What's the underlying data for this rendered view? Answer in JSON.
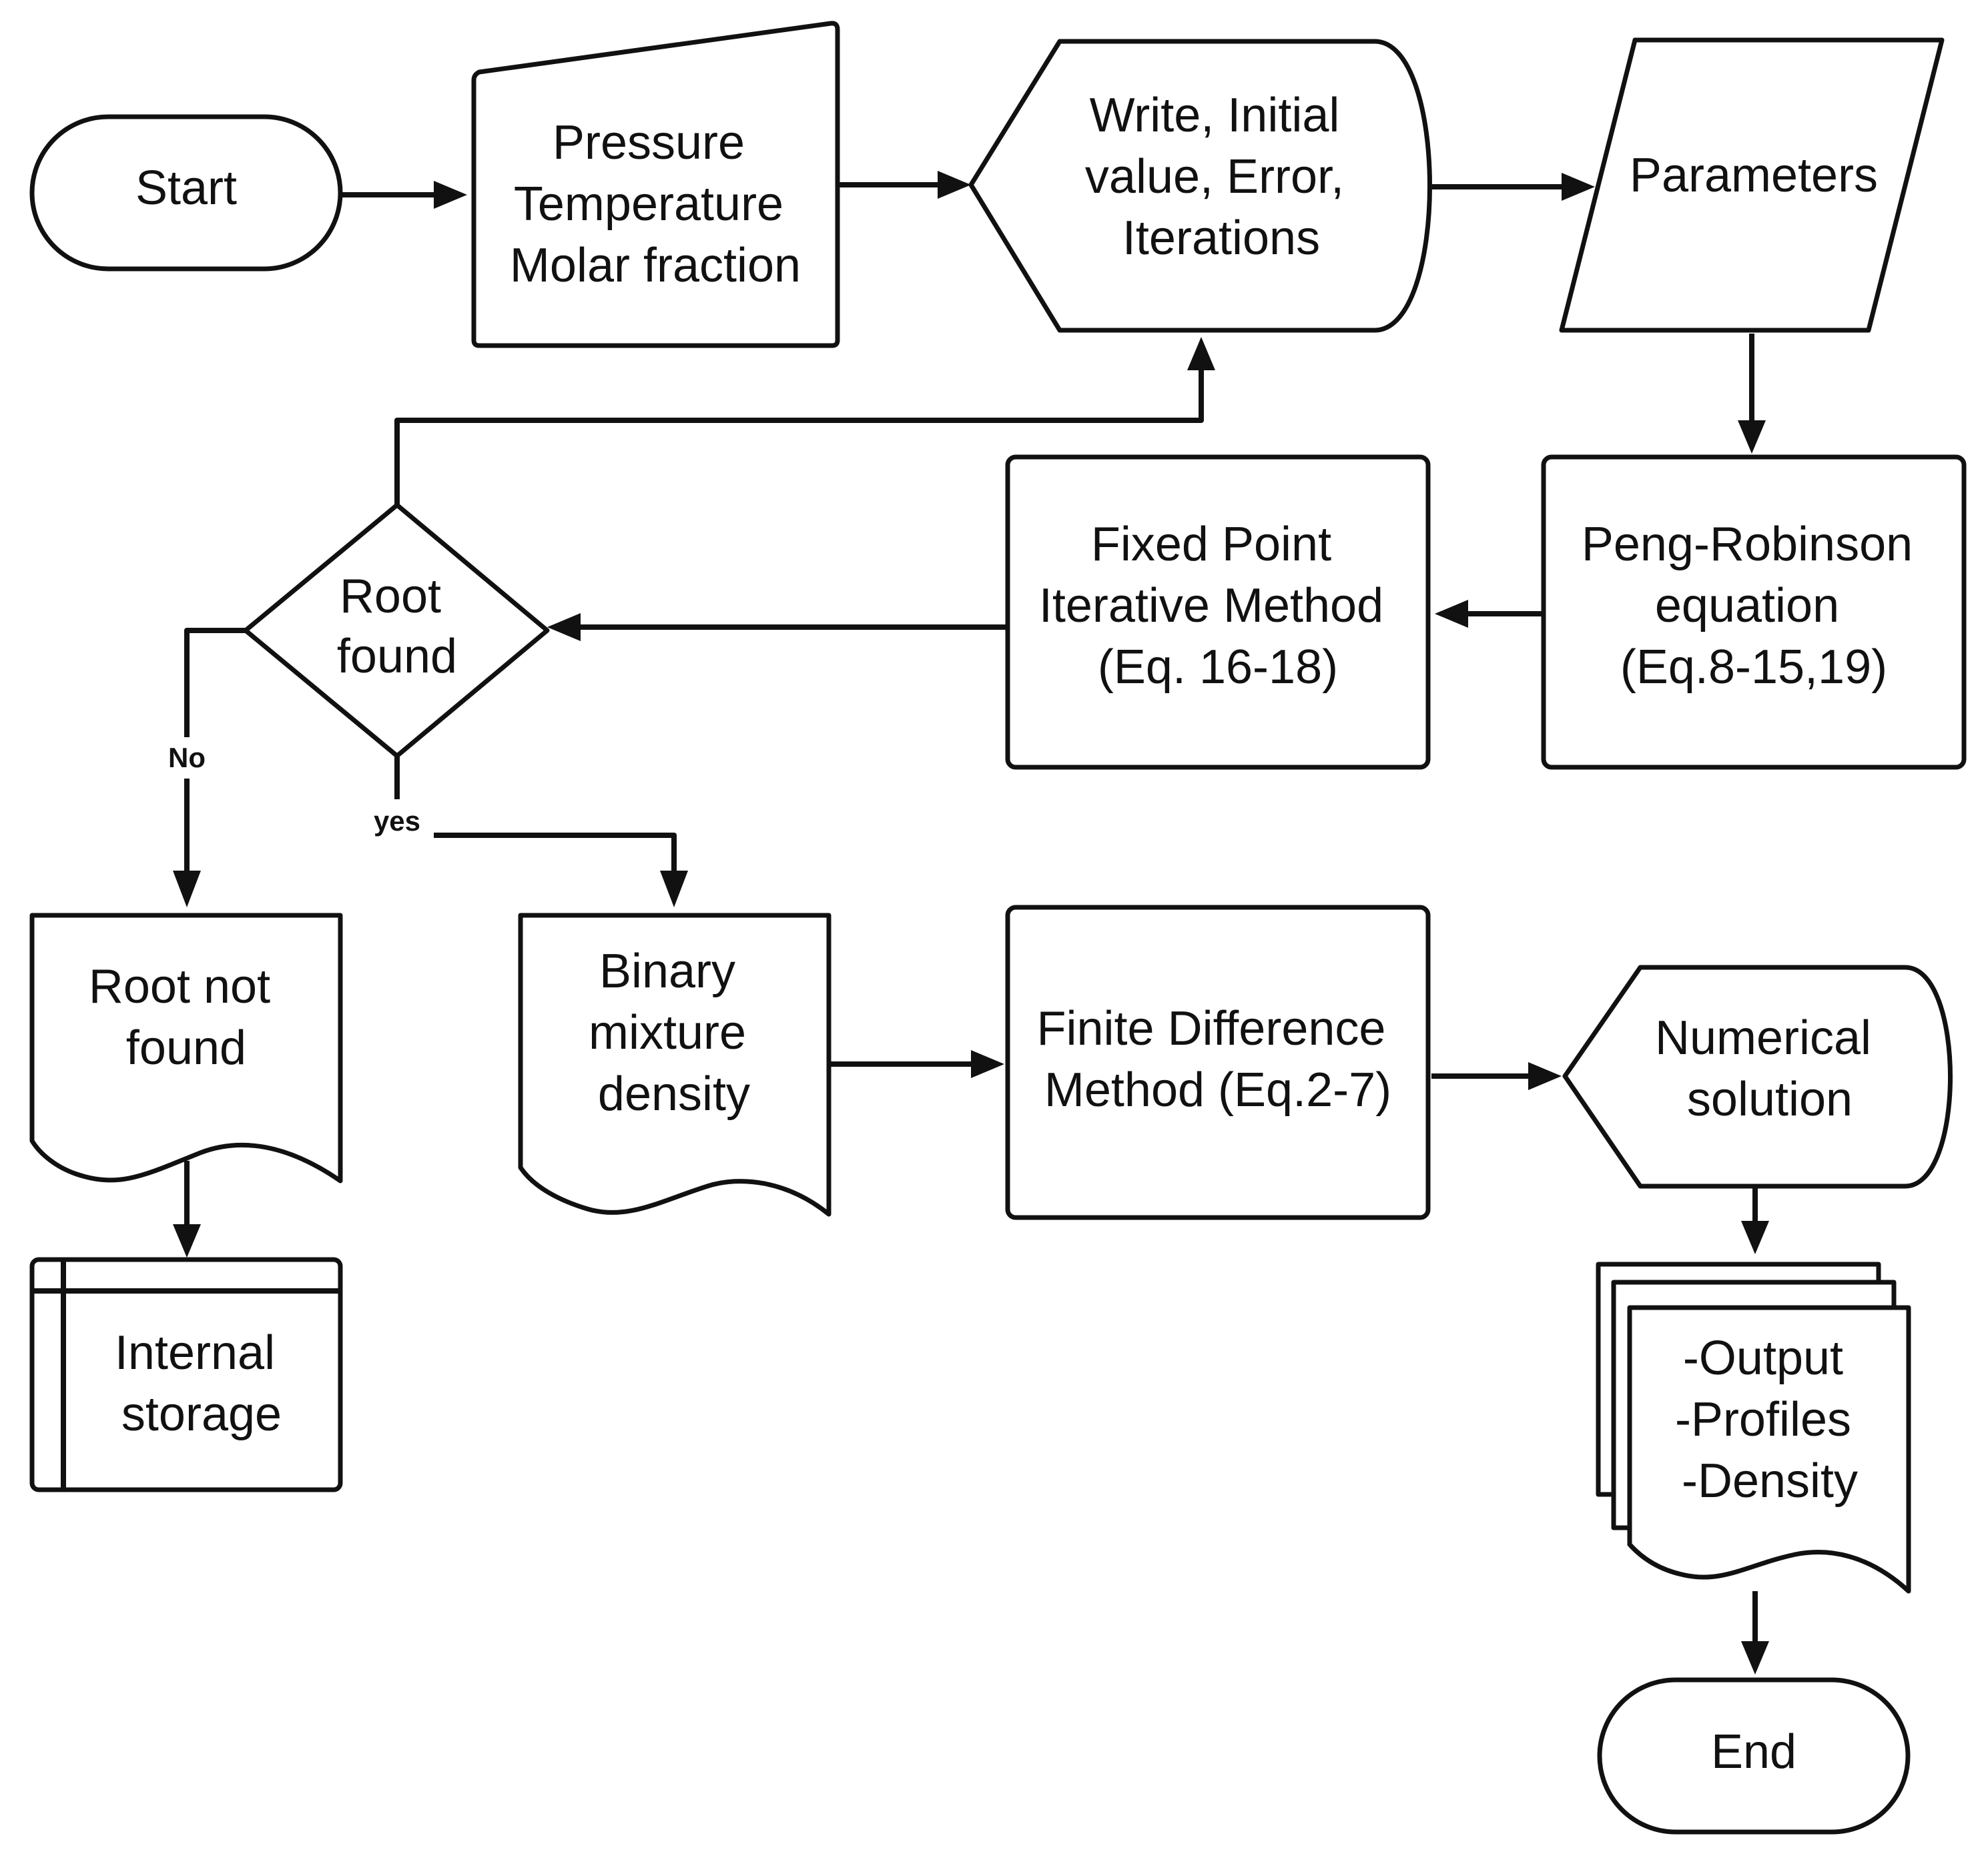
{
  "colors": {
    "stroke": "#111111",
    "background": "#ffffff"
  },
  "nodes": {
    "start": {
      "shape": "terminator",
      "lines": [
        "Start"
      ]
    },
    "inputs": {
      "shape": "manual-input",
      "lines": [
        "Pressure",
        "Temperature",
        "Molar fraction"
      ]
    },
    "write": {
      "shape": "display",
      "lines": [
        "Write, Initial",
        "value, Error,",
        "Iterations"
      ]
    },
    "parameters": {
      "shape": "data-parallelogram",
      "lines": [
        "Parameters"
      ]
    },
    "peng": {
      "shape": "process",
      "lines": [
        "Peng-Robinson",
        "equation",
        "(Eq.8-15,19)"
      ]
    },
    "fixed": {
      "shape": "process",
      "lines": [
        "Fixed Point",
        "Iterative Method",
        "(Eq. 16-18)"
      ]
    },
    "root": {
      "shape": "decision",
      "lines": [
        "Root",
        "found"
      ]
    },
    "notfound": {
      "shape": "document",
      "lines": [
        "Root not",
        "found"
      ]
    },
    "storage": {
      "shape": "internal-storage",
      "lines": [
        "Internal",
        "storage"
      ]
    },
    "binary": {
      "shape": "document",
      "lines": [
        "Binary",
        "mixture",
        "density"
      ]
    },
    "finite": {
      "shape": "process",
      "lines": [
        "Finite Difference",
        "Method (Eq.2-7)"
      ]
    },
    "numerical": {
      "shape": "display",
      "lines": [
        "Numerical",
        "solution"
      ]
    },
    "outputs": {
      "shape": "multi-document",
      "lines": [
        "-Output",
        "-Profiles",
        "-Density"
      ]
    },
    "end": {
      "shape": "terminator",
      "lines": [
        "End"
      ]
    }
  },
  "edges": {
    "no_label": "No",
    "yes_label": "yes"
  }
}
